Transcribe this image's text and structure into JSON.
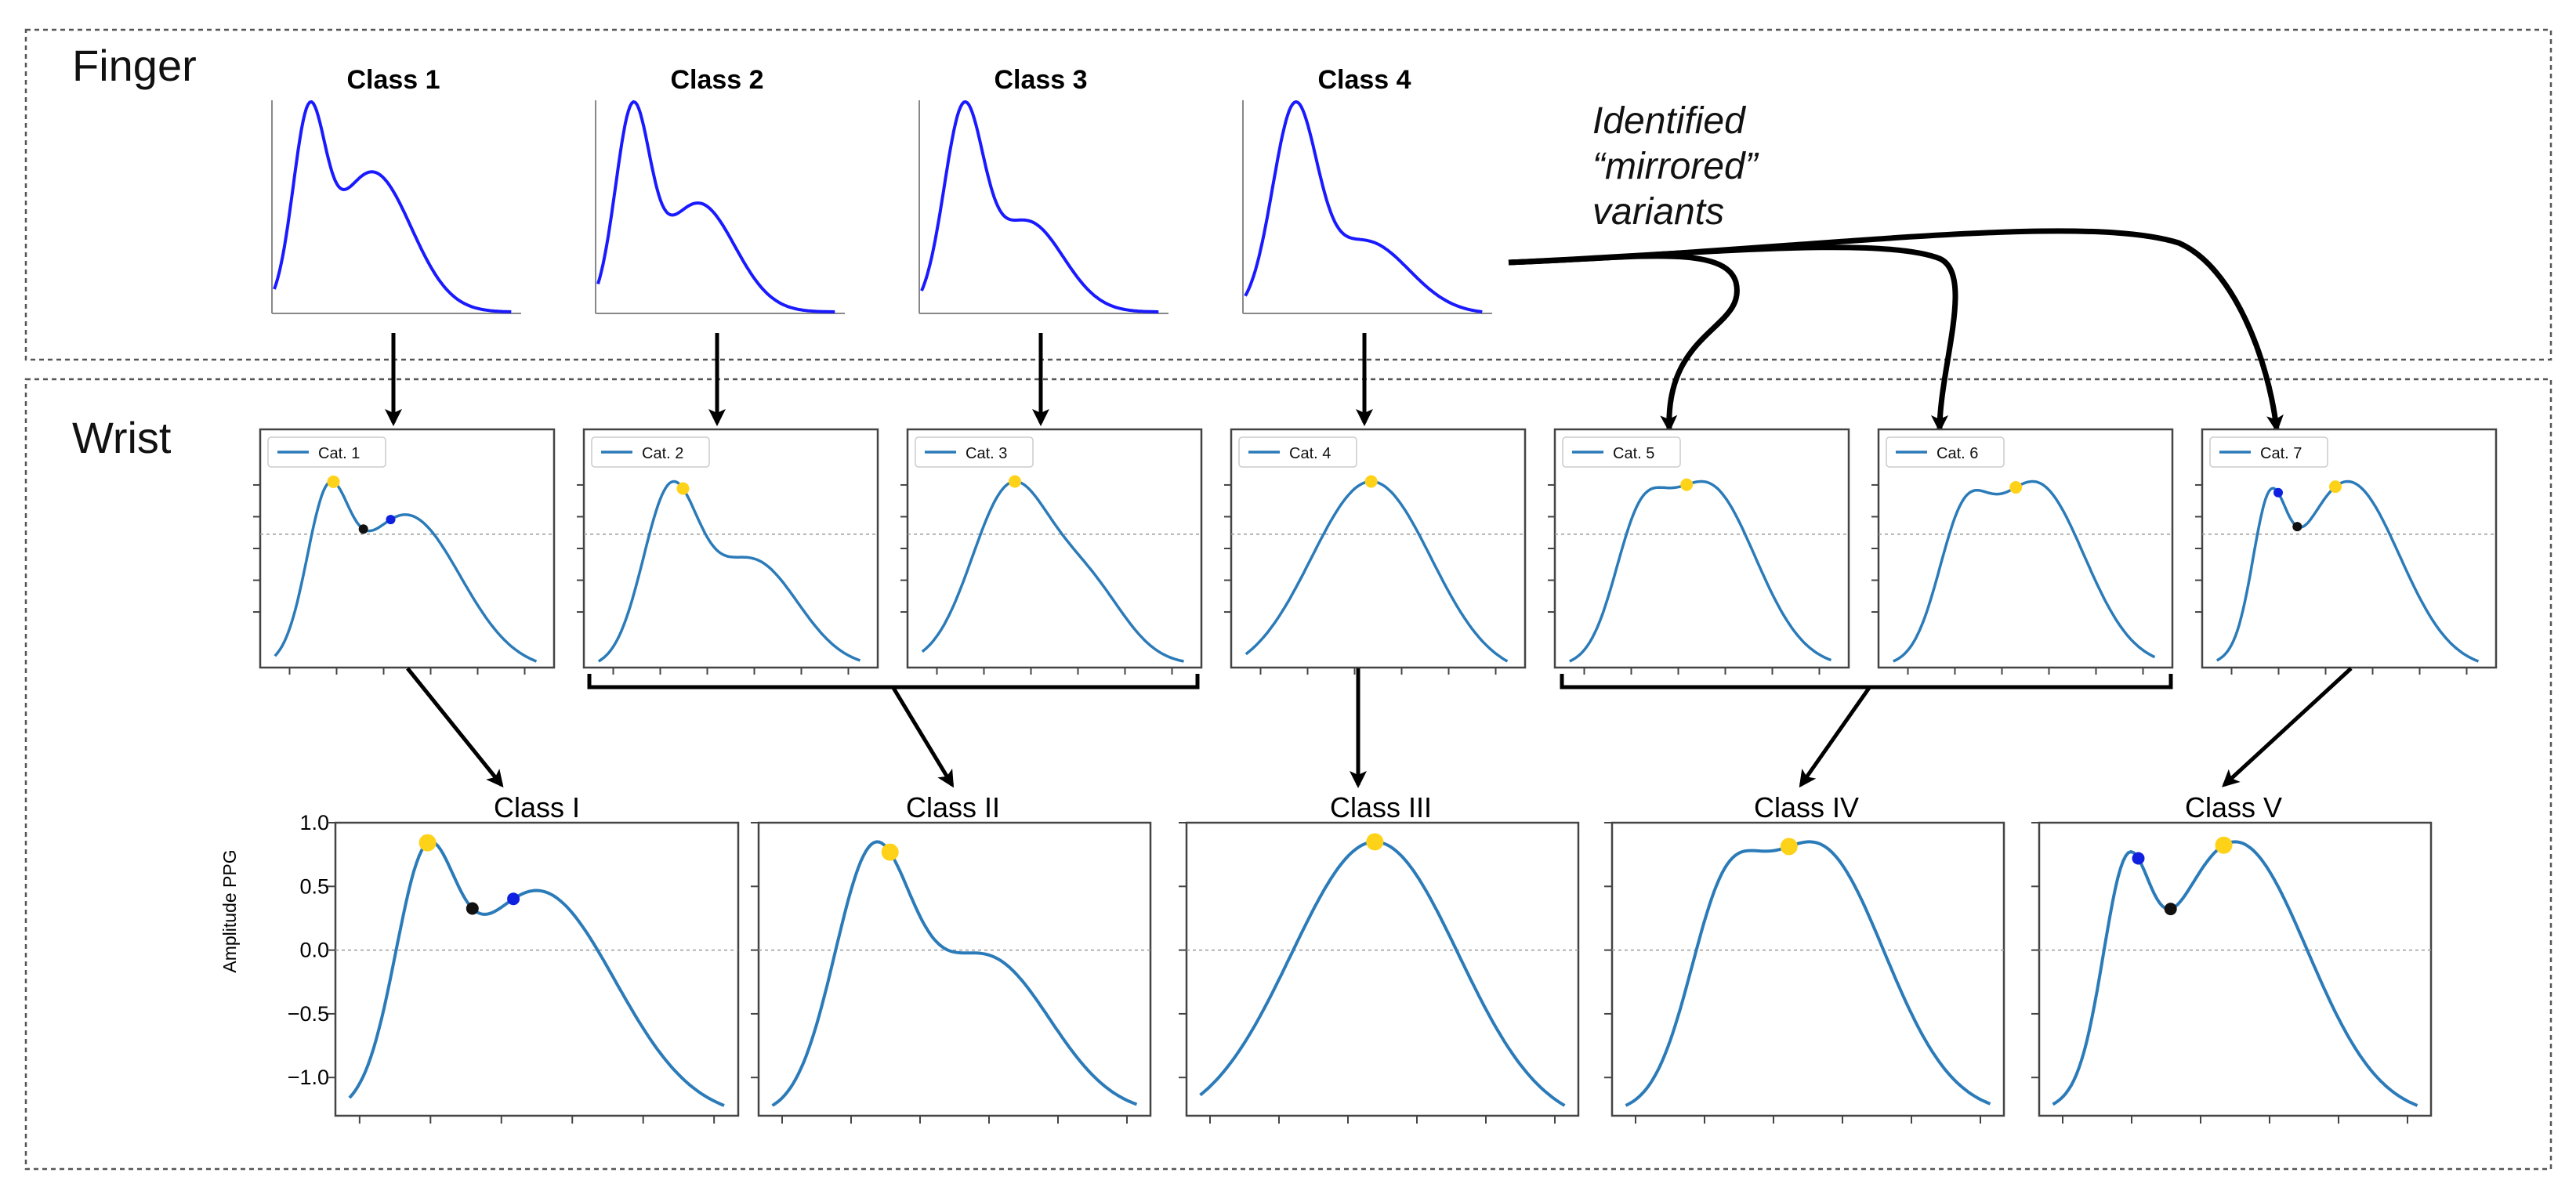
{
  "sections": {
    "finger": "Finger",
    "wrist": "Wrist"
  },
  "finger_classes": [
    {
      "title": "Class 1",
      "shape": "class1"
    },
    {
      "title": "Class 2",
      "shape": "class2"
    },
    {
      "title": "Class 3",
      "shape": "class3"
    },
    {
      "title": "Class 4",
      "shape": "class4"
    }
  ],
  "annotation": {
    "lines": [
      "Identified",
      "“mirrored”",
      "variants"
    ]
  },
  "wrist_categories": [
    {
      "legend": "Cat. 1",
      "shape": "cat1",
      "markers": [
        {
          "t": 0.235,
          "color": "gold"
        },
        {
          "t": 0.345,
          "color": "black"
        },
        {
          "t": 0.445,
          "color": "blue"
        }
      ]
    },
    {
      "legend": "Cat. 2",
      "shape": "cat2",
      "markers": [
        {
          "t": 0.33,
          "color": "gold"
        }
      ]
    },
    {
      "legend": "Cat. 3",
      "shape": "cat3",
      "markers": [
        {
          "t": 0.36,
          "color": "gold"
        }
      ]
    },
    {
      "legend": "Cat. 4",
      "shape": "cat4",
      "markers": [
        {
          "t": 0.48,
          "color": "gold"
        }
      ]
    },
    {
      "legend": "Cat. 5",
      "shape": "cat5",
      "markers": [
        {
          "t": 0.45,
          "color": "gold"
        }
      ]
    },
    {
      "legend": "Cat. 6",
      "shape": "cat6",
      "markers": [
        {
          "t": 0.47,
          "color": "gold"
        }
      ]
    },
    {
      "legend": "Cat. 7",
      "shape": "cat7",
      "markers": [
        {
          "t": 0.245,
          "color": "blue"
        },
        {
          "t": 0.315,
          "color": "black"
        },
        {
          "t": 0.455,
          "color": "gold"
        }
      ]
    }
  ],
  "wrist_classes": [
    {
      "title": "Class I",
      "shape": "cat1",
      "markers": [
        {
          "t": 0.22,
          "color": "gold"
        },
        {
          "t": 0.335,
          "color": "black"
        },
        {
          "t": 0.44,
          "color": "blue"
        }
      ]
    },
    {
      "title": "Class II",
      "shape": "cat2",
      "markers": [
        {
          "t": 0.33,
          "color": "gold"
        }
      ]
    },
    {
      "title": "Class III",
      "shape": "cat4",
      "markers": [
        {
          "t": 0.48,
          "color": "gold"
        }
      ]
    },
    {
      "title": "Class IV",
      "shape": "cat5",
      "markers": [
        {
          "t": 0.45,
          "color": "gold"
        }
      ]
    },
    {
      "title": "Class V",
      "shape": "cat7",
      "markers": [
        {
          "t": 0.245,
          "color": "blue"
        },
        {
          "t": 0.33,
          "color": "black"
        },
        {
          "t": 0.47,
          "color": "gold"
        }
      ]
    }
  ],
  "class_axis": {
    "ylabel": "Amplitude PPG",
    "ylim": [
      -1.3,
      1.0
    ],
    "yticks": [
      1.0,
      0.5,
      0.0,
      -0.5,
      -1.0
    ],
    "ytick_labels": [
      "1.0",
      "0.5",
      "0.0",
      "−0.5",
      "−1.0"
    ]
  },
  "colors": {
    "finger_line": "#1a1aff",
    "wrist_line": "#2b7bb9",
    "marker_gold": "#ffd21a",
    "marker_black": "#111111",
    "marker_blue": "#1020e0",
    "frame": "#444444",
    "grid_zero": "#9a9a9a"
  }
}
